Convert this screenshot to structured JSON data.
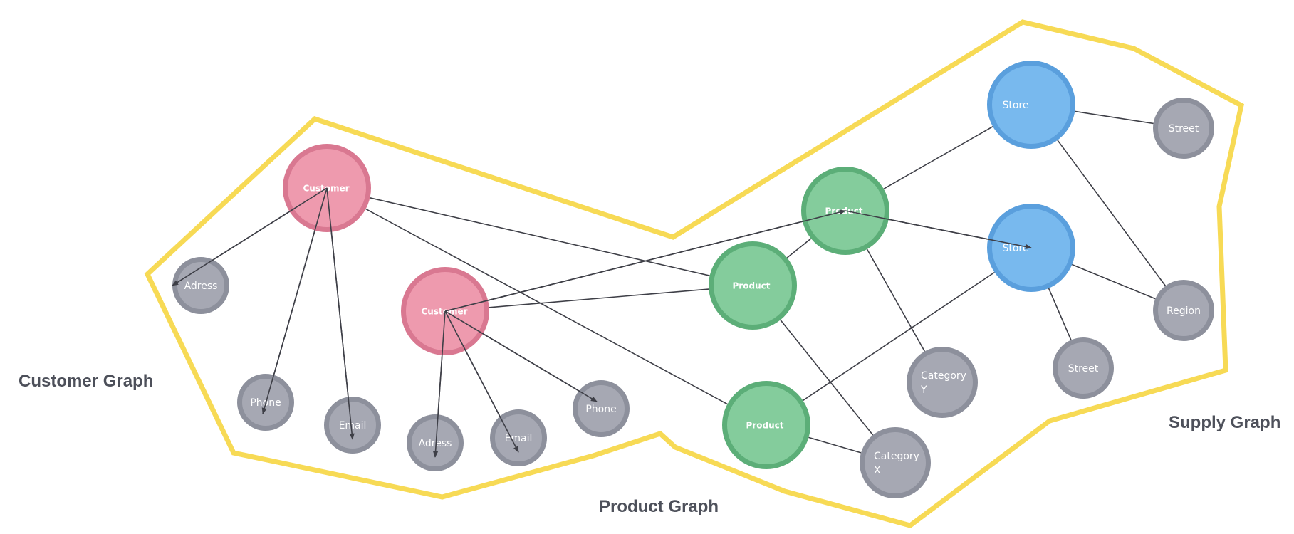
{
  "labels": {
    "customer_graph": "Customer Graph",
    "product_graph": "Product Graph",
    "supply_graph": "Supply Graph"
  },
  "colors": {
    "customer_fill": "#ee9aae",
    "customer_ring": "#d97891",
    "product_fill": "#84cc9c",
    "product_ring": "#5cae78",
    "store_fill": "#78b9ee",
    "store_ring": "#5a9fdd",
    "attr_fill": "#a6a8b3",
    "attr_ring": "#8d909c",
    "boundary": "#f7da55",
    "edge": "#3e3f47",
    "label_text": "#4d505a"
  },
  "nodes": [
    {
      "id": "customer1",
      "kind": "customer",
      "label": [
        "Customer"
      ]
    },
    {
      "id": "customer2",
      "kind": "customer",
      "label": [
        "Customer"
      ]
    },
    {
      "id": "adress1",
      "kind": "attr",
      "label": [
        "Adress"
      ]
    },
    {
      "id": "phone1",
      "kind": "attr",
      "label": [
        "Phone"
      ]
    },
    {
      "id": "email1",
      "kind": "attr",
      "label": [
        "Email"
      ]
    },
    {
      "id": "adress2",
      "kind": "attr",
      "label": [
        "Adress"
      ]
    },
    {
      "id": "email2",
      "kind": "attr",
      "label": [
        "Email"
      ]
    },
    {
      "id": "phone2",
      "kind": "attr",
      "label": [
        "Phone"
      ]
    },
    {
      "id": "product1",
      "kind": "product",
      "label": [
        "Product"
      ]
    },
    {
      "id": "product2",
      "kind": "product",
      "label": [
        "Product"
      ]
    },
    {
      "id": "product3",
      "kind": "product",
      "label": [
        "Product"
      ]
    },
    {
      "id": "store1",
      "kind": "store",
      "label": [
        "Store"
      ]
    },
    {
      "id": "store2",
      "kind": "store",
      "label": [
        "Store"
      ]
    },
    {
      "id": "street1",
      "kind": "attr",
      "label": [
        "Street"
      ]
    },
    {
      "id": "region",
      "kind": "attr",
      "label": [
        "Region"
      ]
    },
    {
      "id": "street2",
      "kind": "attr",
      "label": [
        "Street"
      ]
    },
    {
      "id": "categoryY",
      "kind": "attr",
      "label": [
        "Category",
        "Y"
      ]
    },
    {
      "id": "categoryX",
      "kind": "attr",
      "label": [
        "Category",
        "X"
      ]
    }
  ],
  "edges": [
    {
      "from": "customer1",
      "to": "adress1",
      "arrow": true
    },
    {
      "from": "customer1",
      "to": "phone1",
      "arrow": true
    },
    {
      "from": "customer1",
      "to": "email1",
      "arrow": true
    },
    {
      "from": "customer1",
      "to": "product2",
      "arrow": false
    },
    {
      "from": "customer1",
      "to": "product3",
      "arrow": false
    },
    {
      "from": "customer2",
      "to": "adress2",
      "arrow": true
    },
    {
      "from": "customer2",
      "to": "email2",
      "arrow": true
    },
    {
      "from": "customer2",
      "to": "phone2",
      "arrow": true
    },
    {
      "from": "customer2",
      "to": "product1",
      "arrow": true
    },
    {
      "from": "customer2",
      "to": "product2",
      "arrow": false
    },
    {
      "from": "product2",
      "to": "product1",
      "arrow": false
    },
    {
      "from": "product1",
      "to": "store1",
      "arrow": false
    },
    {
      "from": "product1",
      "to": "store2",
      "arrow": true
    },
    {
      "from": "product1",
      "to": "categoryY",
      "arrow": false
    },
    {
      "from": "product2",
      "to": "categoryX",
      "arrow": false
    },
    {
      "from": "product3",
      "to": "store2",
      "arrow": false
    },
    {
      "from": "product3",
      "to": "categoryX",
      "arrow": false
    },
    {
      "from": "store1",
      "to": "street1",
      "arrow": false
    },
    {
      "from": "store1",
      "to": "region",
      "arrow": false
    },
    {
      "from": "store2",
      "to": "region",
      "arrow": false
    },
    {
      "from": "store2",
      "to": "street2",
      "arrow": false
    }
  ]
}
